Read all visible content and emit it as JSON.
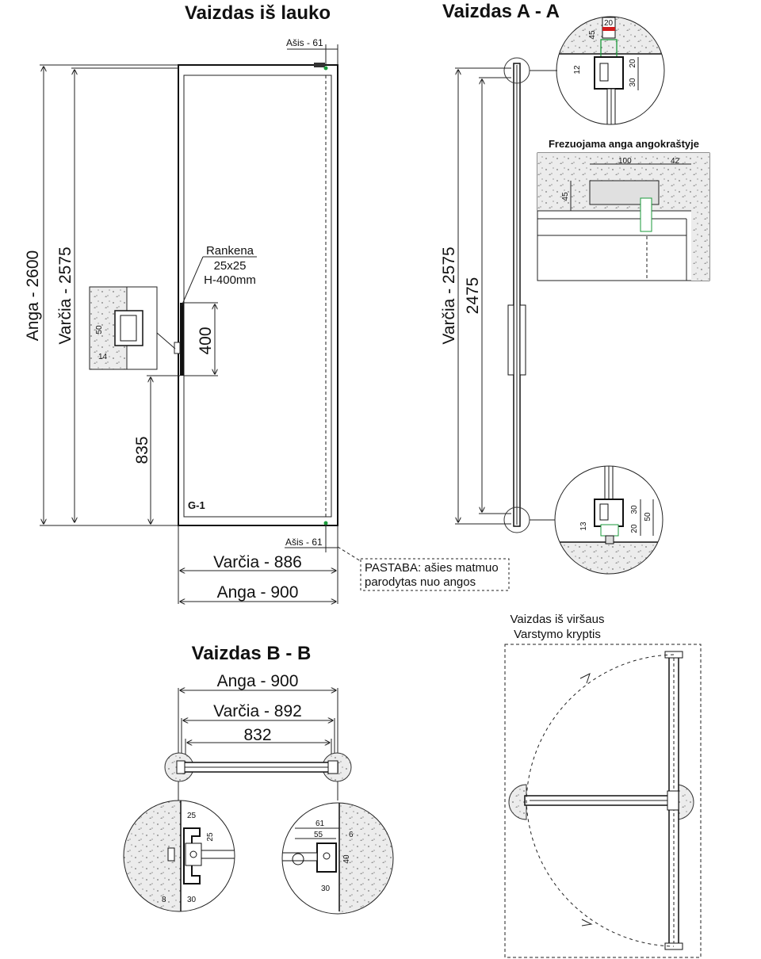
{
  "titles": {
    "outside_view": "Vaizdas iš lauko",
    "section_aa": "Vaizdas A - A",
    "section_bb": "Vaizdas B - B",
    "top_view_line1": "Vaizdas iš viršaus",
    "top_view_line2": "Varstymo kryptis",
    "milled_opening": "Frezuojama anga angokraštyje"
  },
  "outside_view": {
    "axis_top": "Ašis - 61",
    "axis_bottom": "Ašis - 61",
    "opening_height": "Anga - 2600",
    "sash_height": "Varčia - 2575",
    "handle_height": "400",
    "handle_from_floor": "835",
    "sash_width": "Varčia - 886",
    "opening_width": "Anga - 900",
    "glass_label": "G-1",
    "handle_note": [
      "Rankena",
      "25x25",
      "H-400mm"
    ],
    "handle_detail": {
      "d1": "50",
      "d2": "14"
    },
    "note": [
      "PASTABA: ašies matmuo",
      "parodytas nuo angos"
    ]
  },
  "section_aa": {
    "sash_height": "Varčia - 2575",
    "glass_height": "2475",
    "top_detail": {
      "d20": "20",
      "d45": "45",
      "d12": "12",
      "d20b": "20",
      "d30": "30"
    },
    "milled": {
      "d100": "100",
      "d42": "42",
      "d45": "45"
    },
    "bottom_detail": {
      "d13": "13",
      "d20": "20",
      "d30": "30",
      "d50": "50"
    }
  },
  "section_bb": {
    "opening_width": "Anga - 900",
    "sash_width": "Varčia - 892",
    "glass_width": "832",
    "left_detail": {
      "d25a": "25",
      "d25b": "25",
      "d8": "8",
      "d30": "30"
    },
    "right_detail": {
      "d61": "61",
      "d55": "55",
      "d6": "6",
      "d40": "40",
      "d30": "30"
    }
  },
  "colors": {
    "line": "#222222",
    "concrete": "#e6e6e6",
    "pivot_green": "#1a9a3a",
    "marker_red": "#d21c1c"
  }
}
